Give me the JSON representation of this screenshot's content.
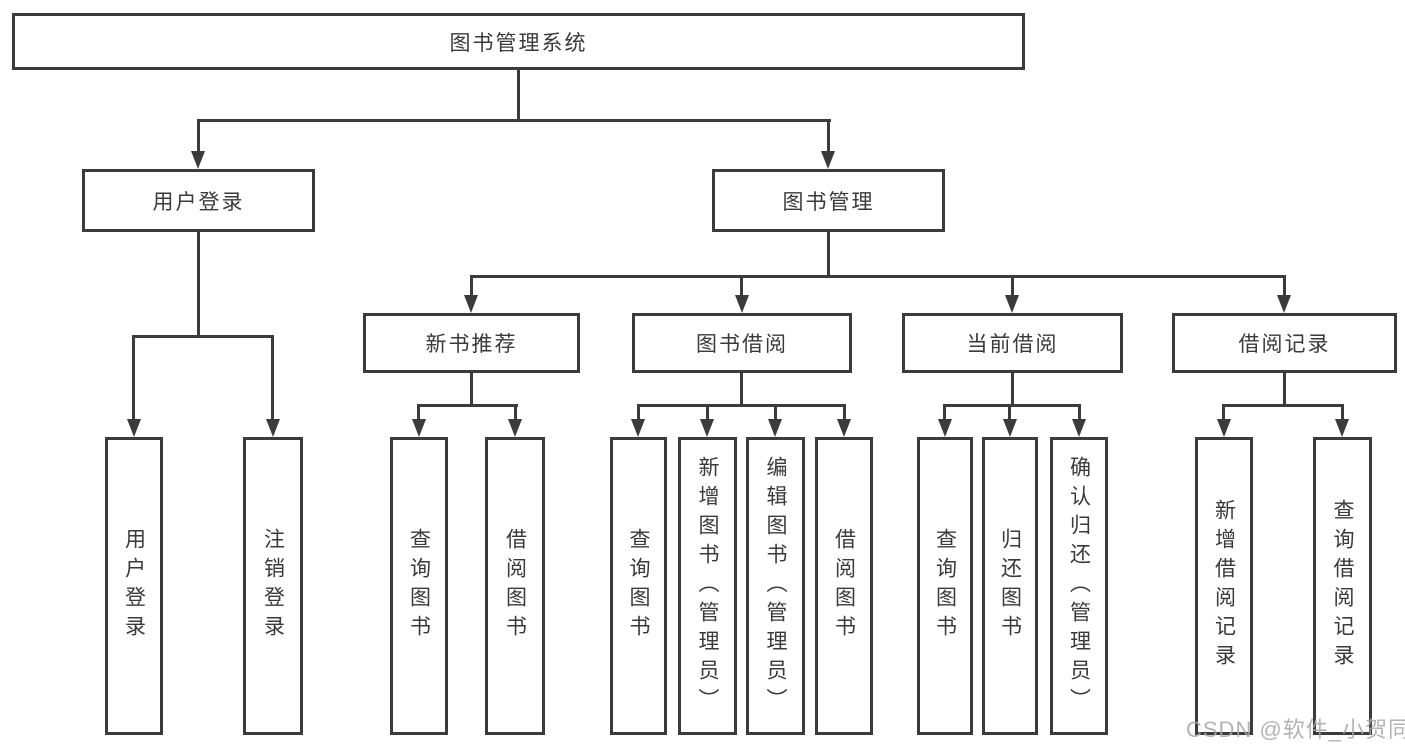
{
  "colors": {
    "line": "#3b3b3b",
    "text": "#3a3a3a",
    "watermark": "#a6a6a6",
    "bg": "#ffffff"
  },
  "watermark": {
    "text": "CSDN @软件_小贺同学"
  },
  "diagram": {
    "type": "tree",
    "root": {
      "label": "图书管理系统",
      "children": [
        {
          "label": "用户登录",
          "children": [
            {
              "label": "用户登录"
            },
            {
              "label": "注销登录"
            }
          ]
        },
        {
          "label": "图书管理",
          "children": [
            {
              "label": "新书推荐",
              "children": [
                {
                  "label": "查询图书"
                },
                {
                  "label": "借阅图书"
                }
              ]
            },
            {
              "label": "图书借阅",
              "children": [
                {
                  "label": "查询图书"
                },
                {
                  "label": "新增图书（管理员）"
                },
                {
                  "label": "编辑图书（管理员）"
                },
                {
                  "label": "借阅图书"
                }
              ]
            },
            {
              "label": "当前借阅",
              "children": [
                {
                  "label": "查询图书"
                },
                {
                  "label": "归还图书"
                },
                {
                  "label": "确认归还（管理员）"
                }
              ]
            },
            {
              "label": "借阅记录",
              "children": [
                {
                  "label": "新增借阅记录"
                },
                {
                  "label": "查询借阅记录"
                }
              ]
            }
          ]
        }
      ]
    }
  }
}
